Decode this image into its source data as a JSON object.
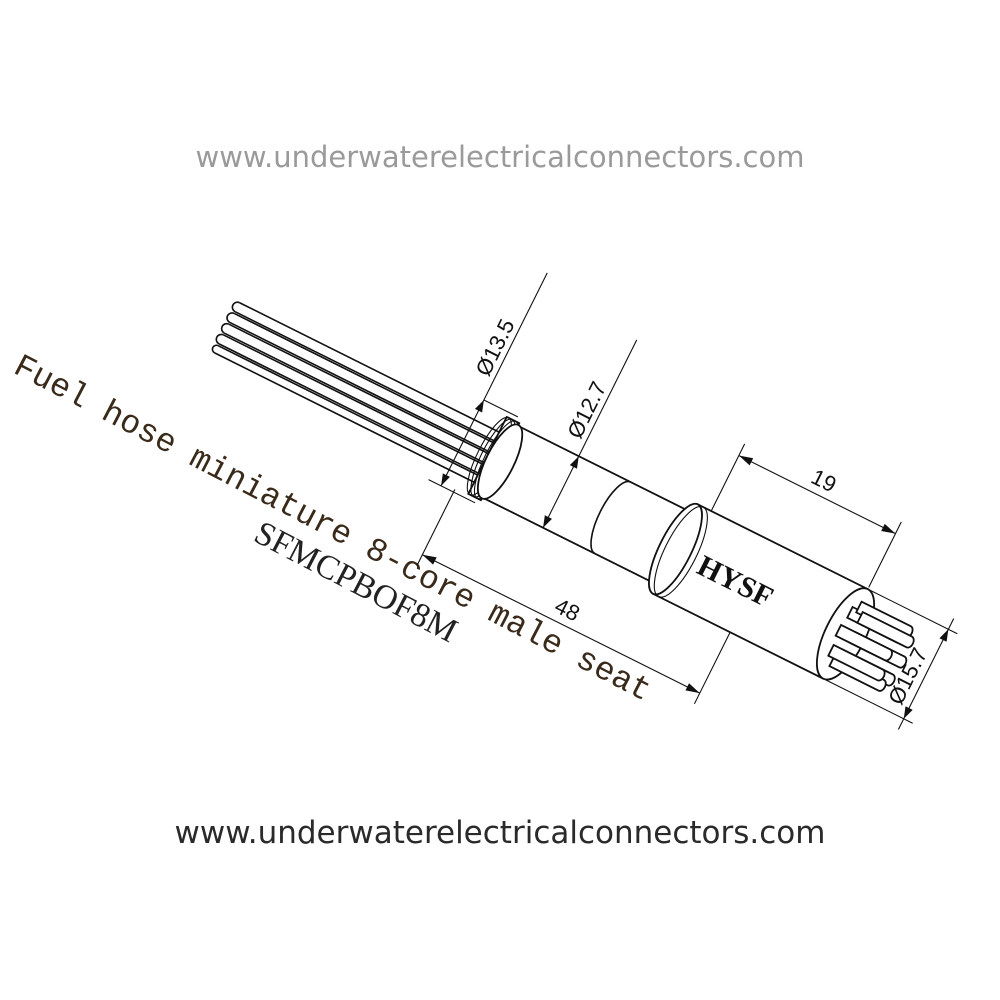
{
  "drawing": {
    "title": "Fuel hose miniature 8-core male seat",
    "model": "SFMCPBOF8M",
    "brand_mark": "HYSF",
    "dimensions": {
      "d1": "Ø13.5",
      "d2": "Ø12.7",
      "d3": "Ø15.7",
      "length_front": "19",
      "length_total": "48"
    },
    "pin_count": 8
  },
  "watermark": "www.underwaterelectricalconnectors.com",
  "footer_url": "www.underwaterelectricalconnectors.com"
}
